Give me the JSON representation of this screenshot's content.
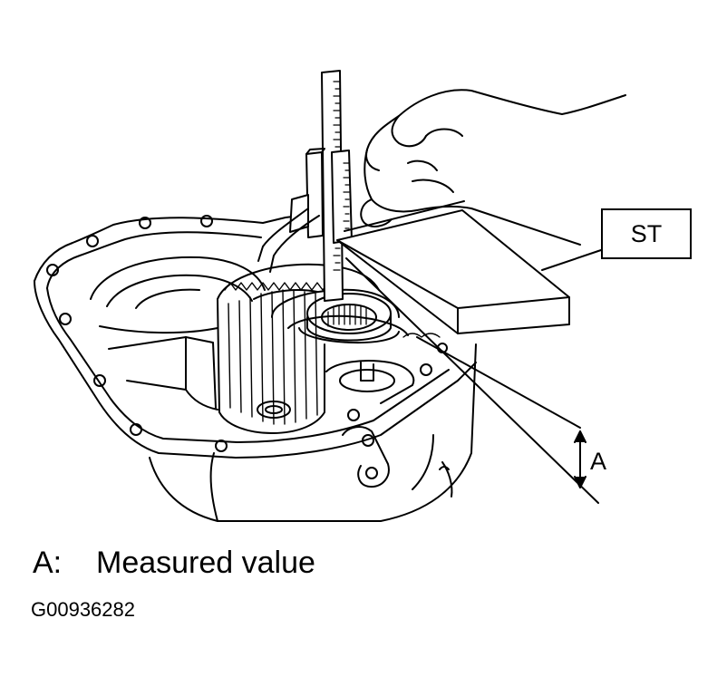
{
  "callouts": {
    "st": "ST",
    "a": "A"
  },
  "legend": {
    "key": "A:",
    "text": "Measured value"
  },
  "figure_code": "G00936282"
}
